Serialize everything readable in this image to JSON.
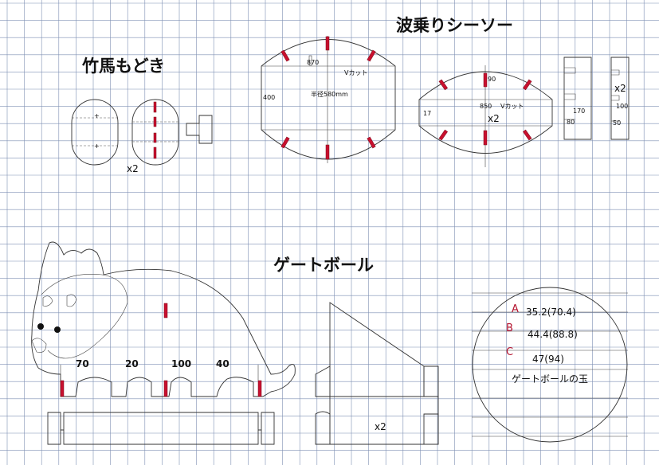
{
  "titles": {
    "takeuma": "竹馬もどき",
    "naminori": "波乗りシーソー",
    "gateball": "ゲートボール"
  },
  "takeuma": {
    "qty": "x2"
  },
  "seesaw_top": {
    "width_label": "870",
    "height_label": "400",
    "cut_label": "Vカット",
    "radius_label": "半径580mm"
  },
  "seesaw_bottom": {
    "width_label": "850",
    "height_label": "90",
    "side_label": "17",
    "cut_label": "Vカット",
    "qty": "x2"
  },
  "legs": {
    "qty": "x2",
    "leg1_height": "170",
    "leg1_width": "80",
    "leg2_height": "100",
    "leg2_width": "50"
  },
  "dinosaur": {
    "gap_labels": [
      "70",
      "20",
      "100",
      "40"
    ]
  },
  "gate": {
    "qty": "x2"
  },
  "balls": {
    "items": [
      {
        "letter": "A",
        "value": "35.2(70.4)"
      },
      {
        "letter": "B",
        "value": "44.4(88.8)"
      },
      {
        "letter": "C",
        "value": "47(94)"
      }
    ],
    "caption": "ゲートボールの玉"
  },
  "colors": {
    "grid": "#7e8fb3",
    "cut_slot": "#c8102e",
    "line": "#333333"
  }
}
